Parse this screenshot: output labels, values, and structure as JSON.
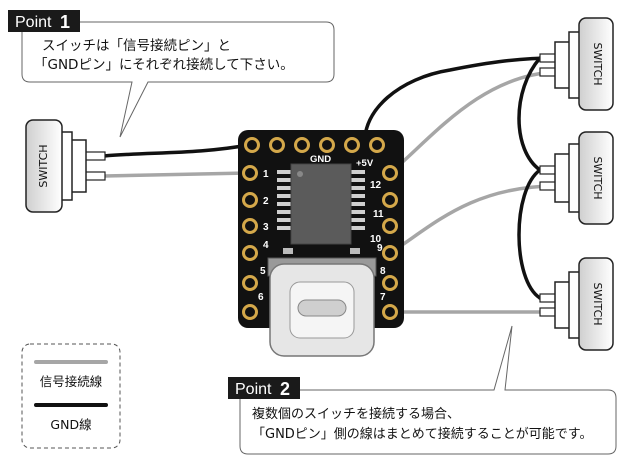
{
  "point1": {
    "badge_word": "Point",
    "badge_num": "1",
    "line1": "スイッチは「信号接続ピン」と",
    "line2": "「GNDピン」にそれぞれ接続して下さい。"
  },
  "point2": {
    "badge_word": "Point",
    "badge_num": "2",
    "line1": "複数個のスイッチを接続する場合、",
    "line2": "「GNDピン」側の線はまとめて接続することが可能です。"
  },
  "legend": {
    "signal_label": "信号接続線",
    "gnd_label": "GND線",
    "signal_color": "#a6a6a6",
    "gnd_color": "#111111"
  },
  "switch_label": "SWITCH",
  "board": {
    "gnd_label": "GND",
    "plus5v_label": "+5V",
    "left_pins": [
      "1",
      "2",
      "3",
      "4",
      "5",
      "6"
    ],
    "right_pins": [
      "12",
      "11",
      "10",
      "9",
      "8",
      "7"
    ],
    "board_color": "#111111",
    "pad_color": "#d4a84a"
  }
}
